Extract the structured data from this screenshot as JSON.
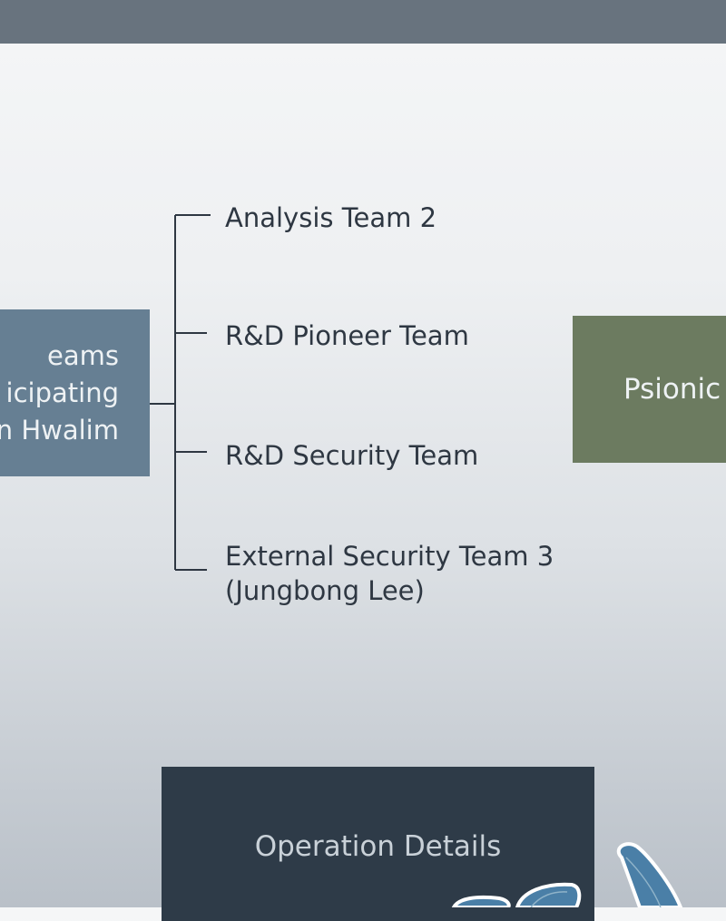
{
  "diagram": {
    "source_box": {
      "lines": [
        "eams",
        "icipating",
        "n Hwalim"
      ]
    },
    "branches": [
      {
        "label": "Analysis Team 2"
      },
      {
        "label": "R&D Pioneer Team"
      },
      {
        "label": "R&D Security Team"
      },
      {
        "lines": [
          "External Security Team 3",
          "(Jungbong Lee)"
        ]
      }
    ],
    "right_box": {
      "label": "Psionic"
    },
    "bottom_box": {
      "label": "Operation Details"
    }
  },
  "colors": {
    "source_box": "#667f93",
    "right_box": "#6c7b60",
    "bottom_box": "#2e3b48",
    "top_bar": "#68737e",
    "connector": "#2e3742"
  }
}
